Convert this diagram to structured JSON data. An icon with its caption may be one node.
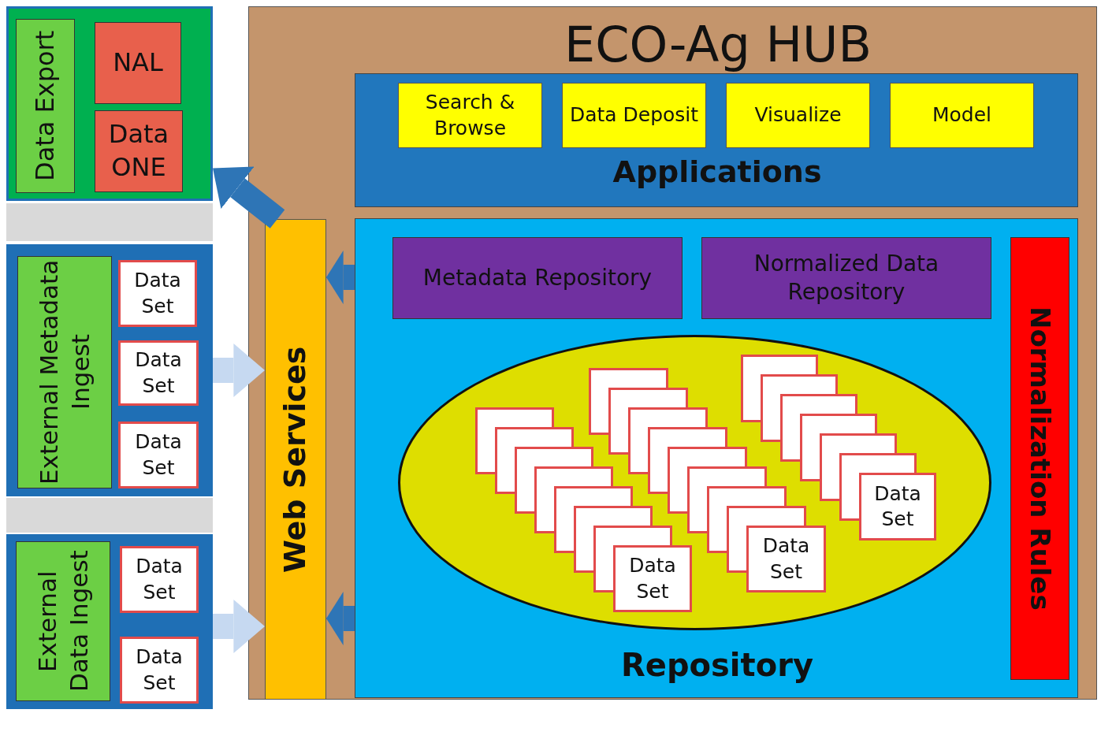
{
  "diagram": {
    "nodes": [
      {
        "text": [],
        "shape": "box"
      },
      {
        "text": [
          "Data Export"
        ],
        "in": 0
      },
      {
        "text": [
          "NAL"
        ],
        "in": 0
      },
      {
        "text": [
          "Data ONE"
        ],
        "in": 0
      },
      {
        "text": [],
        "shape": "bar"
      },
      {
        "text": [],
        "shape": "box"
      },
      {
        "text": [
          "External Metadata Ingest"
        ],
        "in": 5
      },
      {
        "text": [
          "Data Set"
        ],
        "in": 5
      },
      {
        "text": [
          "Data Set"
        ],
        "in": 5
      },
      {
        "text": [
          "Data Set"
        ],
        "in": 5
      },
      {
        "text": [],
        "shape": "bar"
      },
      {
        "text": [],
        "shape": "box"
      },
      {
        "text": [
          "External Data Ingest"
        ],
        "in": 11
      },
      {
        "text": [
          "Data Set"
        ],
        "in": 11
      },
      {
        "text": [
          "Data Set"
        ],
        "in": 11
      },
      {
        "text": [
          "ECO-Ag HUB"
        ]
      },
      {
        "text": [
          "Web Services"
        ],
        "in": 15
      },
      {
        "text": [
          "Applications"
        ],
        "in": 15
      },
      {
        "text": [
          "Search & Browse"
        ],
        "in": 17
      },
      {
        "text": [
          "Data Deposit"
        ],
        "in": 17
      },
      {
        "text": [
          "Visualize"
        ],
        "in": 17
      },
      {
        "text": [
          "Model"
        ],
        "in": 17
      },
      {
        "text": [
          "Repository"
        ],
        "in": 15
      },
      {
        "text": [
          "Metadata Repository"
        ],
        "in": 22
      },
      {
        "text": [
          "Normalized Data Repository"
        ],
        "in": 22
      },
      {
        "text": [],
        "shape": "ellipse",
        "in": 22
      },
      {
        "text": [
          "Data Set"
        ],
        "in": 25
      },
      {
        "text": [
          "Data Set"
        ],
        "in": 25
      },
      {
        "text": [
          "Data Set"
        ],
        "in": 25
      },
      {
        "text": [
          "Normalization Rules"
        ],
        "in": 22
      }
    ],
    "edges": [
      {
        "from": 16,
        "to": 0,
        "arrow": "to"
      },
      {
        "from": 5,
        "to": 16,
        "arrow": "to",
        "color": "#c6d9f1"
      },
      {
        "from": 22,
        "to": 16,
        "arrow": "to"
      },
      {
        "from": 11,
        "to": 16,
        "arrow": "to",
        "color": "#c6d9f1"
      },
      {
        "from": 22,
        "to": 16,
        "arrow": "to"
      }
    ]
  }
}
